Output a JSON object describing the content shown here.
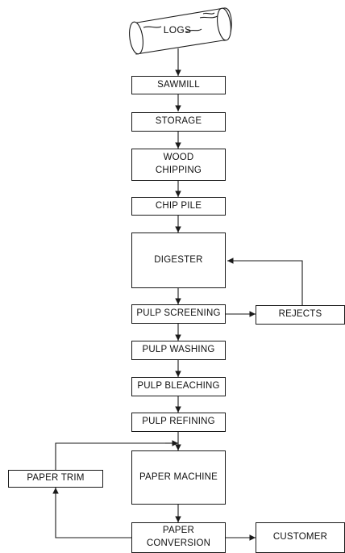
{
  "diagram": {
    "logs": "LOGS",
    "sawmill": "SAWMILL",
    "storage": "STORAGE",
    "wood_chipping": "WOOD\nCHIPPING",
    "chip_pile": "CHIP PILE",
    "digester": "DIGESTER",
    "pulp_screening": "PULP SCREENING",
    "rejects": "REJECTS",
    "pulp_washing": "PULP WASHING",
    "pulp_bleaching": "PULP BLEACHING",
    "pulp_refining": "PULP REFINING",
    "paper_trim": "PAPER TRIM",
    "paper_machine": "PAPER MACHINE",
    "paper_conversion": "PAPER\nCONVERSION",
    "customer": "CUSTOMER"
  }
}
